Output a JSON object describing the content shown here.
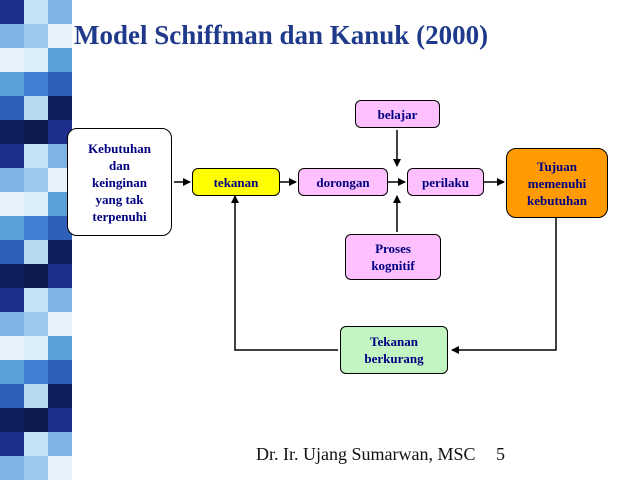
{
  "title": "Model Schiffman dan Kanuk (2000)",
  "nodes": {
    "kebutuhan": "Kebutuhan\ndan\nkeinginan\nyang tak\nterpenuhi",
    "tekanan": "tekanan",
    "dorongan": "dorongan",
    "perilaku": "perilaku",
    "tujuan": "Tujuan\nmemenuhi\nkebutuhan",
    "belajar": "belajar",
    "proses_kognitif": "Proses\nkognitif",
    "tekanan_berkurang": "Tekanan\nberkurang"
  },
  "footer": {
    "author": "Dr. Ir. Ujang Sumarwan, MSC",
    "page": "5"
  },
  "colors": {
    "title": "#1f3a8a",
    "tekanan": "#ffff00",
    "dorongan": "#ffc0ff",
    "perilaku": "#ffc0ff",
    "tujuan": "#ff9a00",
    "belajar": "#ffc0ff",
    "proses_kognitif": "#ffc0ff",
    "tekanan_berkurang": "#c2f5c2"
  }
}
